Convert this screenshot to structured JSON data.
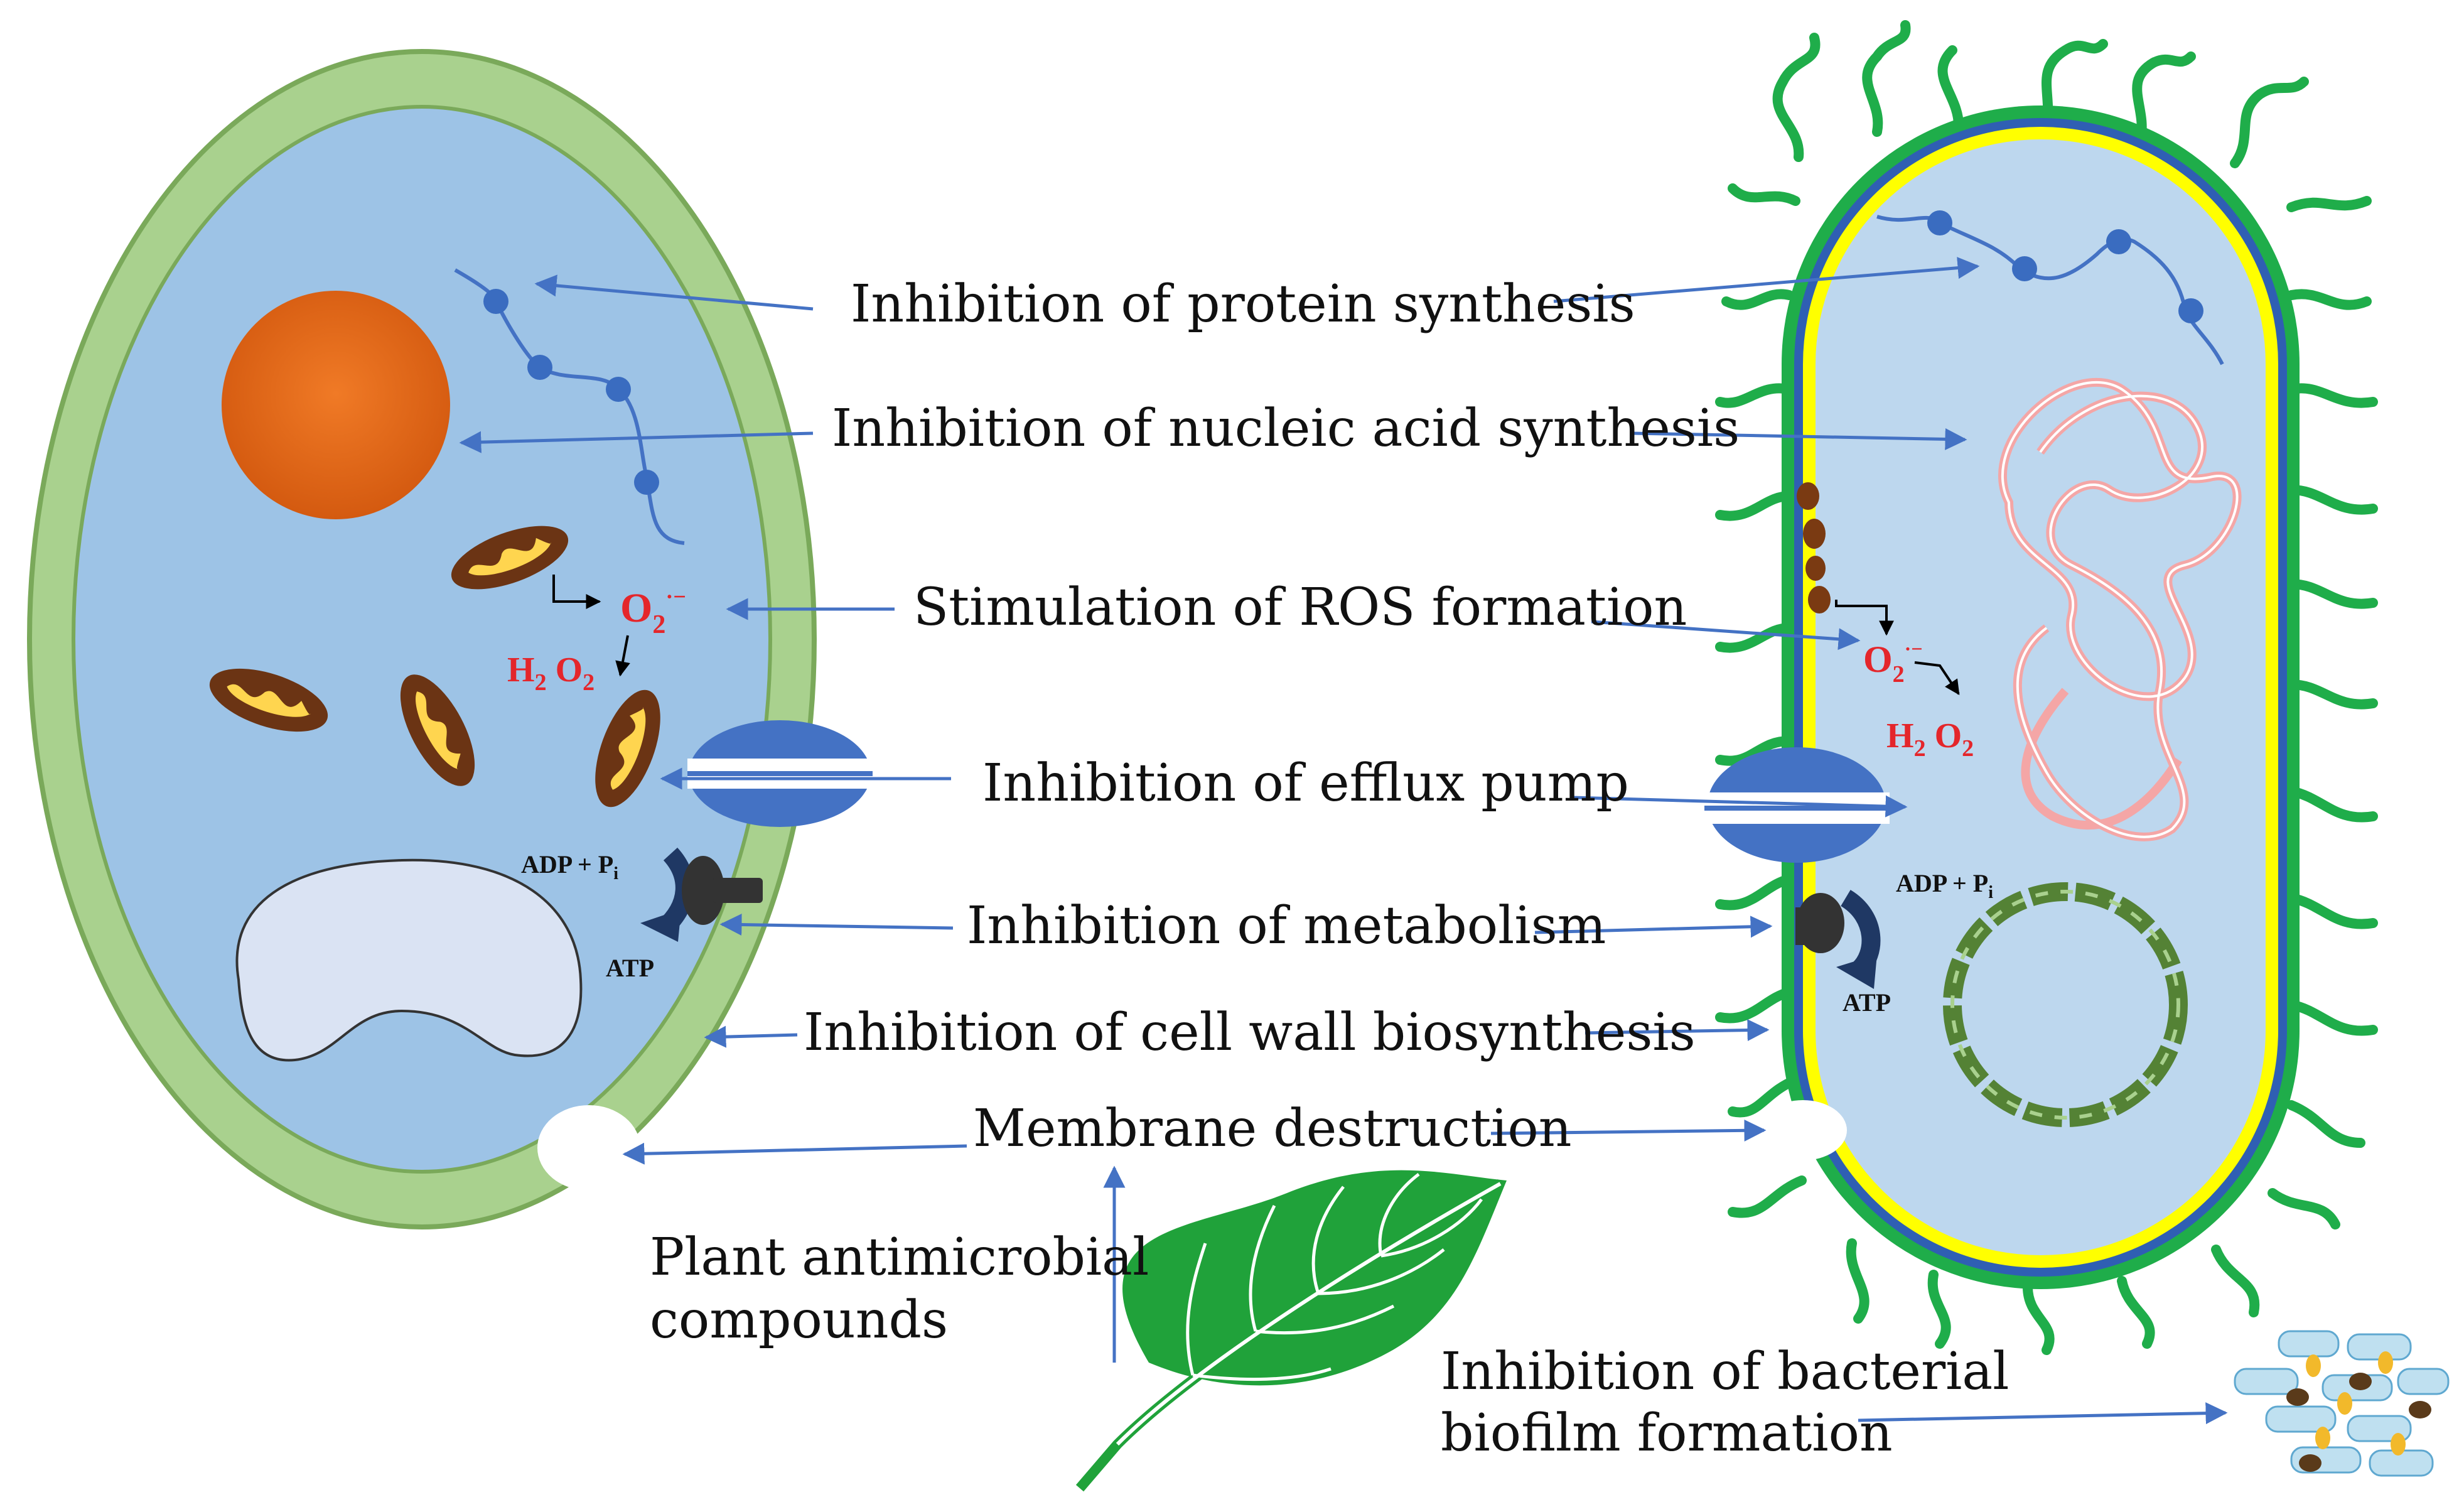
{
  "labels": {
    "protein": "Inhibition of protein synthesis",
    "nucleic": "Inhibition of nucleic acid synthesis",
    "ros": "Stimulation of ROS formation",
    "efflux": "Inhibition of efflux pump",
    "metabolism": "Inhibition of metabolism",
    "cellwall": "Inhibition of cell wall biosynthesis",
    "membrane": "Membrane destruction",
    "plant_line1": "Plant antimicrobial",
    "plant_line2": "compounds",
    "biofilm_line1": "Inhibition of bacterial",
    "biofilm_line2": "biofilm  formation"
  },
  "chemistry": {
    "o2_base": "O",
    "o2_sub": "2",
    "o2_sup": "·−",
    "h2o2_h": "H",
    "h2o2_sub1": "2",
    "h2o2_o": " O",
    "h2o2_sub2": "2",
    "adp": "ADP + P",
    "adp_sub": "i",
    "atp": "ATP"
  },
  "colors": {
    "arrow": "#4472c4",
    "fungal_wall": "#a9d18e",
    "cytoplasm": "#9dc3e6",
    "bacterial_cytoplasm": "#bdd7ee",
    "bacterial_outer": "#1fad4a",
    "bacterial_yellow": "#ffff00",
    "nucleus": "#e4631c",
    "ros_red": "#e4262b",
    "leaf": "#20a23a"
  }
}
